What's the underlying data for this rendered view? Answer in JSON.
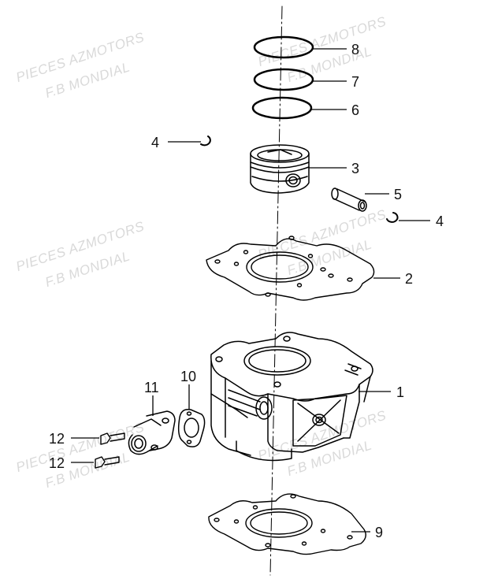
{
  "watermark": {
    "line1": "PIECES AZMOTORS",
    "line2": "F.B MONDIAL"
  },
  "callouts": [
    {
      "id": "1",
      "label": "1",
      "part": "cylinder"
    },
    {
      "id": "2",
      "label": "2",
      "part": "cylinder-head-gasket"
    },
    {
      "id": "3",
      "label": "3",
      "part": "piston"
    },
    {
      "id": "4a",
      "label": "4",
      "part": "circlip-left"
    },
    {
      "id": "4b",
      "label": "4",
      "part": "circlip-right"
    },
    {
      "id": "5",
      "label": "5",
      "part": "piston-pin"
    },
    {
      "id": "6",
      "label": "6",
      "part": "piston-ring-oil"
    },
    {
      "id": "7",
      "label": "7",
      "part": "piston-ring-second"
    },
    {
      "id": "8",
      "label": "8",
      "part": "piston-ring-top"
    },
    {
      "id": "9",
      "label": "9",
      "part": "cylinder-base-gasket"
    },
    {
      "id": "10",
      "label": "10",
      "part": "thermostat-gasket"
    },
    {
      "id": "11",
      "label": "11",
      "part": "water-outlet"
    },
    {
      "id": "12a",
      "label": "12",
      "part": "bolt-upper"
    },
    {
      "id": "12b",
      "label": "12",
      "part": "bolt-lower"
    }
  ]
}
